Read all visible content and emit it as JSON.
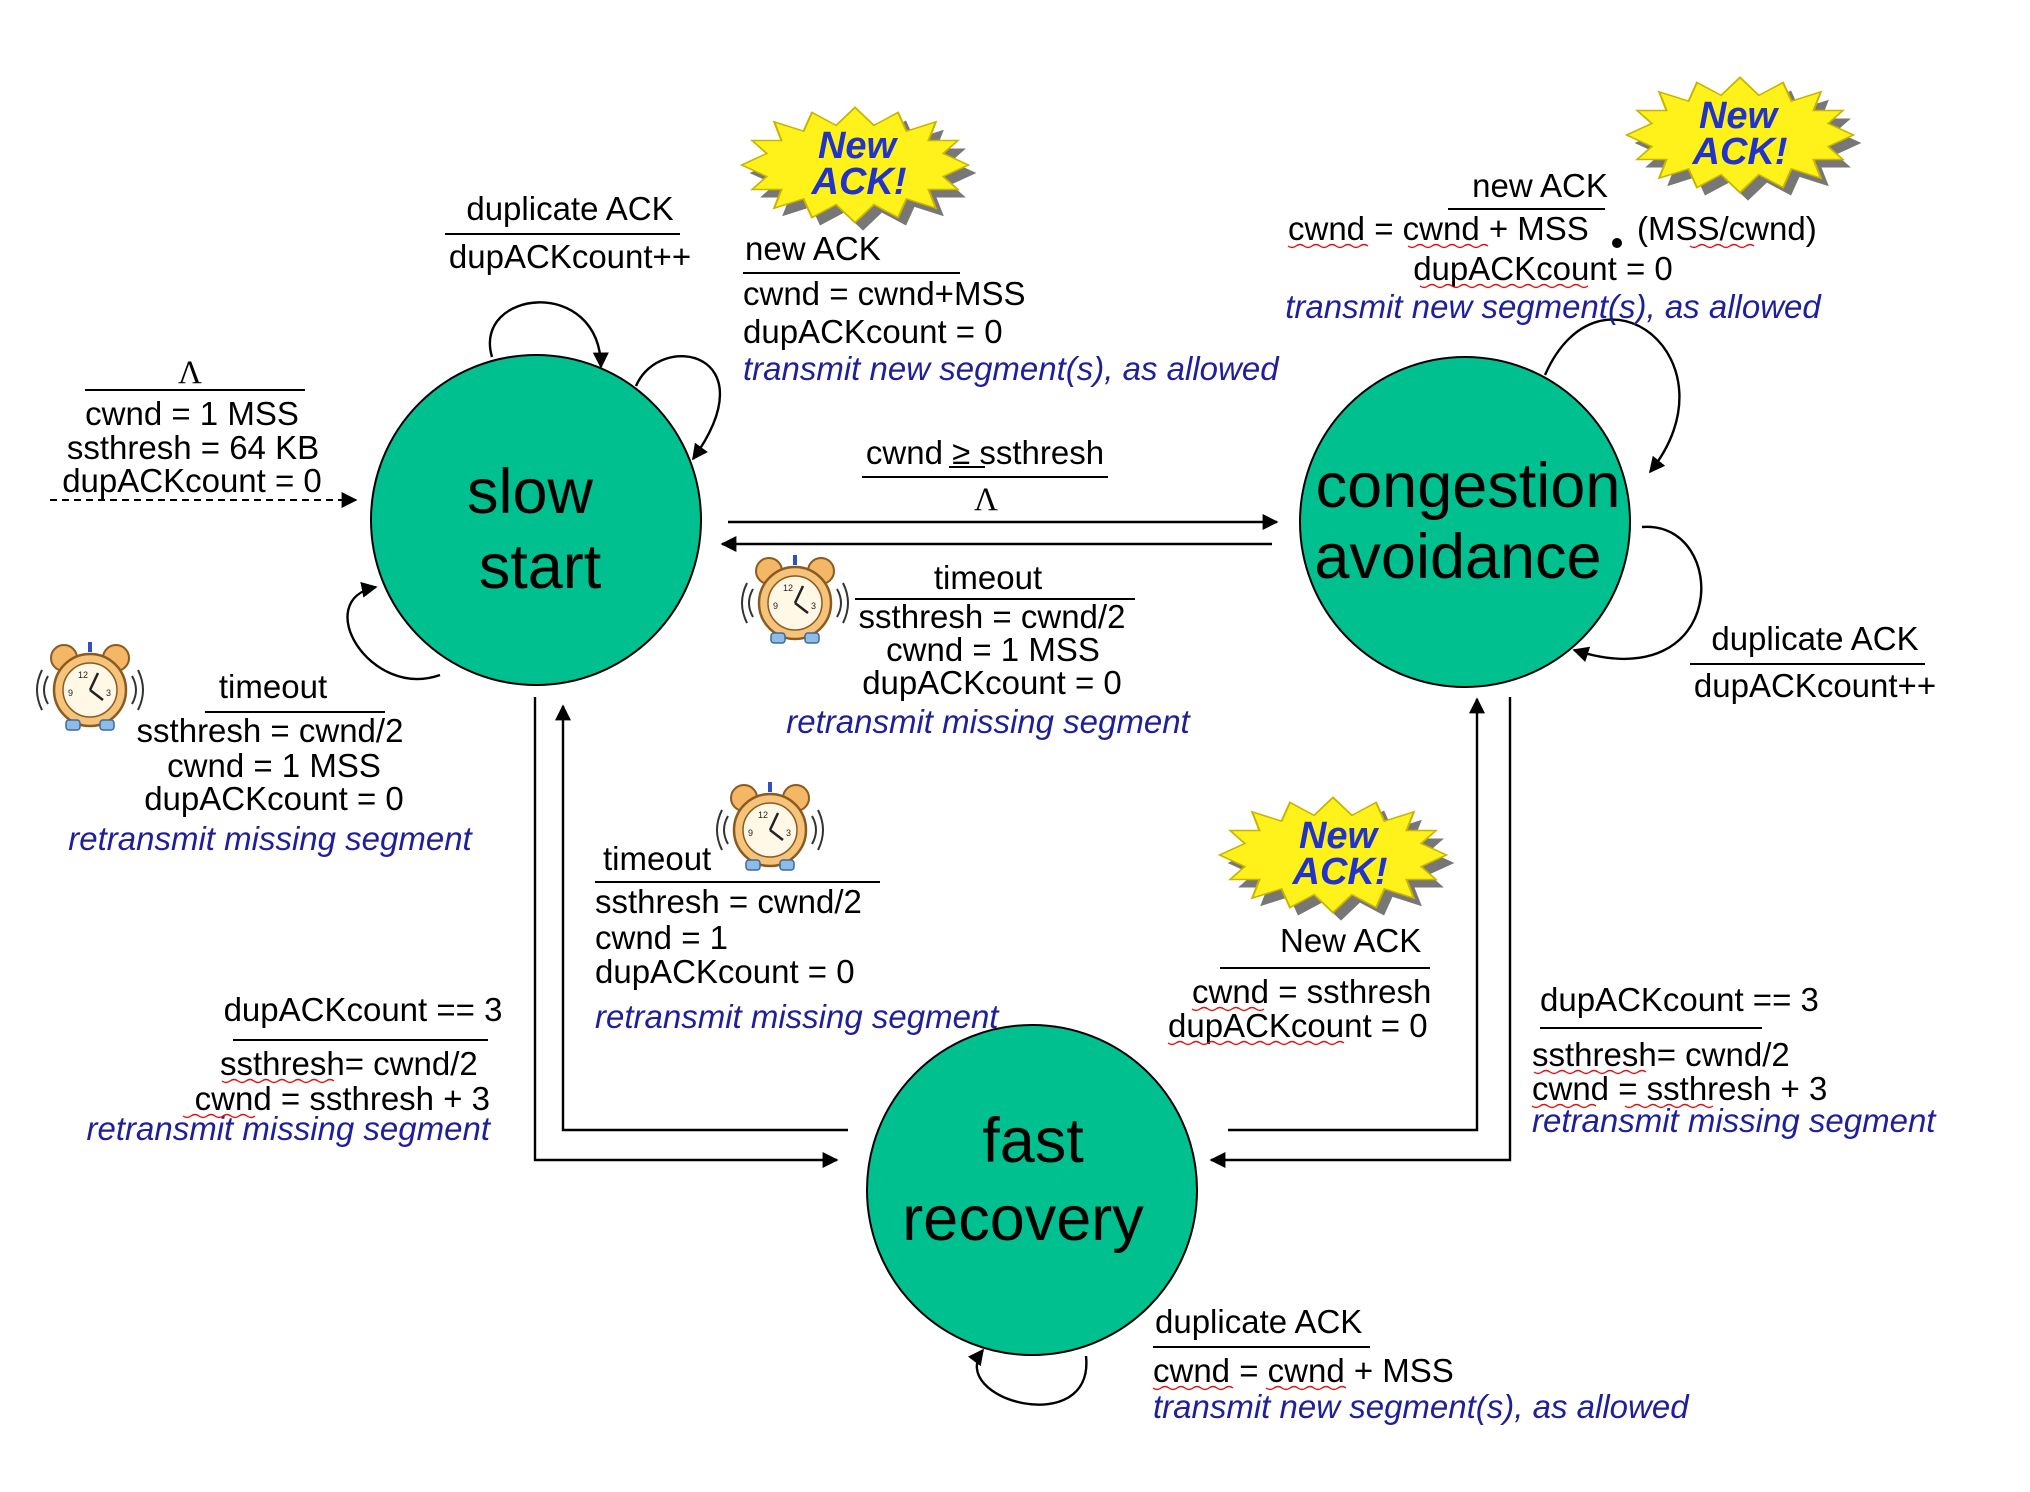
{
  "colors": {
    "state_fill": "#00c08f",
    "action_text": "#1f1f9a",
    "burst_fill": "#fff21a",
    "burst_text": "#2233cc"
  },
  "icons": [
    "alarm-clock-icon",
    "new-ack-burst-icon"
  ],
  "states": {
    "slow_start": {
      "line1": "slow",
      "line2": "start"
    },
    "congestion_avoidance": {
      "line1": "congestion",
      "line2": "avoidance"
    },
    "fast_recovery": {
      "line1": "fast",
      "line2": "recovery"
    }
  },
  "burst": {
    "line1": "New",
    "line2": "ACK!"
  },
  "init": {
    "event": "Λ",
    "a1": "cwnd = 1 MSS",
    "a2": "ssthresh = 64 KB",
    "a3": "dupACKcount = 0"
  },
  "ss_dup": {
    "event": "duplicate ACK",
    "action": "dupACKcount++"
  },
  "ss_new": {
    "event": "new ACK",
    "a1": "cwnd = cwnd+MSS",
    "a2": "dupACKcount = 0",
    "a3": "transmit new segment(s), as allowed"
  },
  "ss_timeout": {
    "event": "timeout",
    "a1": "ssthresh = cwnd/2",
    "a2": "cwnd = 1 MSS",
    "a3": "dupACKcount = 0",
    "a4": "retransmit missing segment"
  },
  "ss_to_ca": {
    "event": "cwnd ≥ ssthresh",
    "action": "Λ"
  },
  "ca_timeout": {
    "event": "timeout",
    "a1": "ssthresh = cwnd/2",
    "a2": "cwnd = 1 MSS",
    "a3": "dupACKcount = 0",
    "a4": "retransmit missing segment"
  },
  "ca_new": {
    "event": "new ACK",
    "a1a": "cwnd = cwnd + MSS",
    "a1b": "(MSS/cwnd)",
    "a2": "dupACKcount = 0",
    "a3": "transmit new segment(s), as allowed"
  },
  "ca_dup": {
    "event": "duplicate ACK",
    "action": "dupACKcount++"
  },
  "fr_timeout": {
    "event": "timeout",
    "a1": "ssthresh = cwnd/2",
    "a2": "cwnd = 1",
    "a3": "dupACKcount = 0",
    "a4": "retransmit missing segment"
  },
  "ss_to_fr": {
    "event": "dupACKcount == 3",
    "a1": "ssthresh= cwnd/2",
    "a2": "cwnd = ssthresh + 3",
    "a3": "retransmit missing segment"
  },
  "fr_to_ca": {
    "event": "New ACK",
    "a1": "cwnd = ssthresh",
    "a2": "dupACKcount = 0"
  },
  "ca_to_fr": {
    "event": "dupACKcount == 3",
    "a1": "ssthresh= cwnd/2",
    "a2": "cwnd = ssthresh + 3",
    "a3": "retransmit missing segment"
  },
  "fr_dup": {
    "event": "duplicate ACK",
    "a1": "cwnd = cwnd + MSS",
    "a2": "transmit new segment(s), as allowed"
  }
}
